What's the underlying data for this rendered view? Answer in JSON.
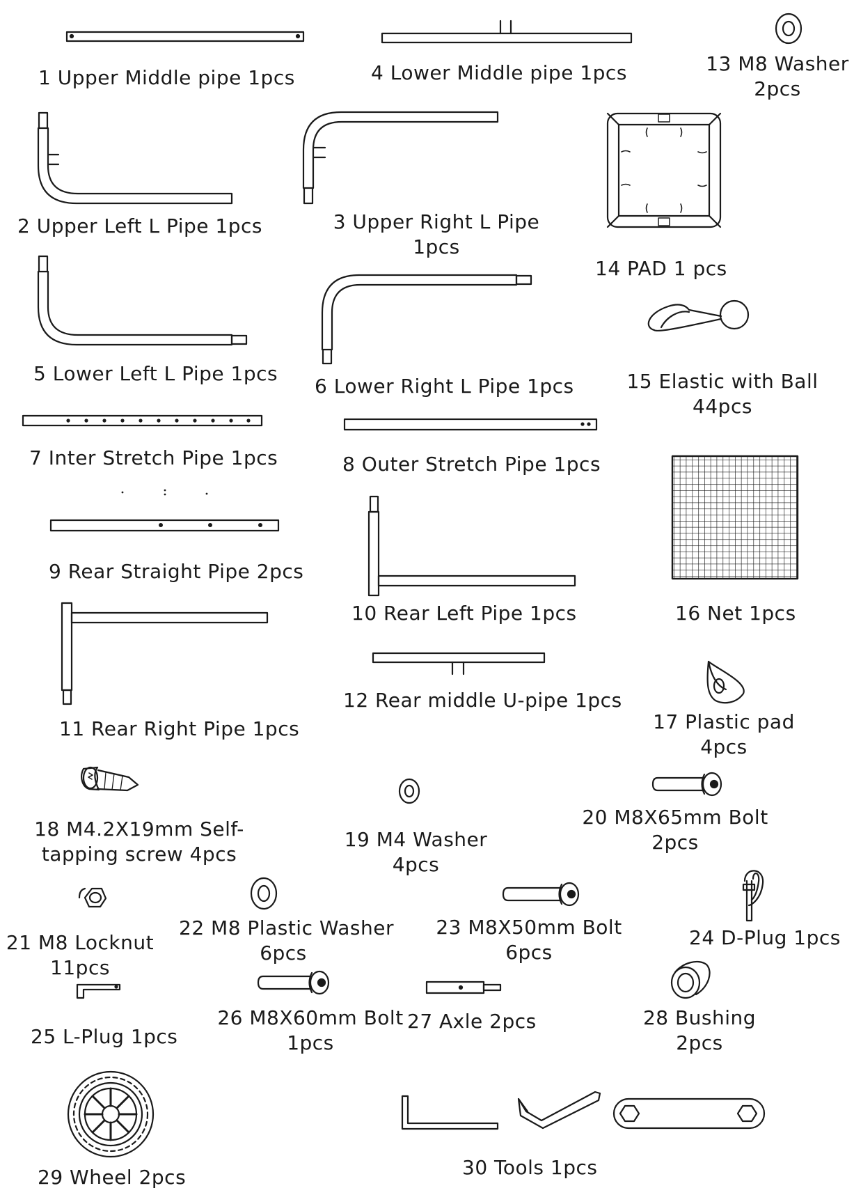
{
  "parts": [
    {
      "id": "p1",
      "lines": [
        "1  Upper Middle pipe  1pcs"
      ]
    },
    {
      "id": "p4",
      "lines": [
        "4  Lower Middle pipe 1pcs"
      ]
    },
    {
      "id": "p13",
      "lines": [
        "13 M8 Washer",
        "2pcs"
      ]
    },
    {
      "id": "p2",
      "lines": [
        "2  Upper Left L Pipe 1pcs"
      ]
    },
    {
      "id": "p3",
      "lines": [
        "3  Upper Right L Pipe",
        "1pcs"
      ]
    },
    {
      "id": "p14",
      "lines": [
        "14 PAD 1 pcs"
      ]
    },
    {
      "id": "p5",
      "lines": [
        "5  Lower Left L Pipe 1pcs"
      ]
    },
    {
      "id": "p6",
      "lines": [
        "6  Lower Right L Pipe 1pcs"
      ]
    },
    {
      "id": "p15",
      "lines": [
        "15  Elastic with Ball",
        "44pcs"
      ]
    },
    {
      "id": "p7",
      "lines": [
        "7 Inter Stretch Pipe 1pcs"
      ]
    },
    {
      "id": "p8",
      "lines": [
        "8  Outer Stretch Pipe 1pcs"
      ]
    },
    {
      "id": "p9",
      "lines": [
        "9 Rear Straight Pipe  2pcs"
      ]
    },
    {
      "id": "p10",
      "lines": [
        "10 Rear Left Pipe 1pcs"
      ]
    },
    {
      "id": "p16",
      "lines": [
        "16  Net 1pcs"
      ]
    },
    {
      "id": "p11",
      "lines": [
        "11 Rear Right Pipe 1pcs"
      ]
    },
    {
      "id": "p12",
      "lines": [
        "12  Rear middle  U-pipe 1pcs"
      ]
    },
    {
      "id": "p17",
      "lines": [
        "17 Plastic pad",
        "4pcs"
      ]
    },
    {
      "id": "p18",
      "lines": [
        "18 M4.2X19mm Self-",
        "tapping screw 4pcs"
      ]
    },
    {
      "id": "p19",
      "lines": [
        "19 M4 Washer",
        "4pcs"
      ]
    },
    {
      "id": "p20",
      "lines": [
        "20 M8X65mm Bolt",
        "2pcs"
      ]
    },
    {
      "id": "p21",
      "lines": [
        "21 M8 Locknut",
        "11pcs"
      ]
    },
    {
      "id": "p22",
      "lines": [
        "22 M8 Plastic Washer",
        "6pcs"
      ]
    },
    {
      "id": "p23",
      "lines": [
        "23 M8X50mm Bolt",
        "6pcs"
      ]
    },
    {
      "id": "p24",
      "lines": [
        "24 D-Plug 1pcs"
      ]
    },
    {
      "id": "p25",
      "lines": [
        "25 L-Plug 1pcs"
      ]
    },
    {
      "id": "p26",
      "lines": [
        "26 M8X60mm Bolt",
        "1pcs"
      ]
    },
    {
      "id": "p27",
      "lines": [
        "27 Axle 2pcs"
      ]
    },
    {
      "id": "p28",
      "lines": [
        "28 Bushing",
        "2pcs"
      ]
    },
    {
      "id": "p29",
      "lines": [
        "29 Wheel 2pcs"
      ]
    },
    {
      "id": "p30",
      "lines": [
        "30 Tools 1pcs"
      ]
    }
  ]
}
